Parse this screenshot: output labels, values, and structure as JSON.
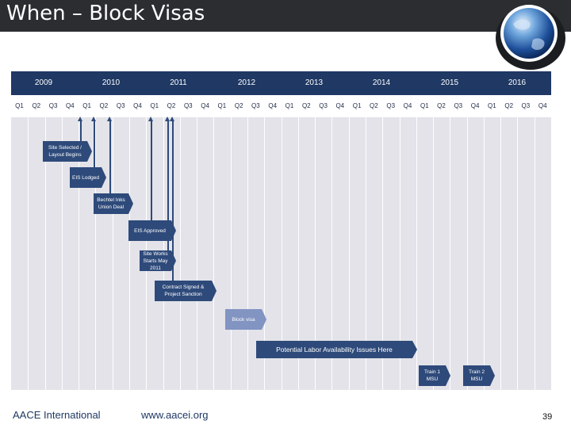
{
  "slide": {
    "title": "When – Block Visas",
    "page_number": "39"
  },
  "timeline": {
    "years": [
      "2009",
      "2010",
      "2011",
      "2012",
      "2013",
      "2014",
      "2015",
      "2016"
    ],
    "quarters": [
      "Q1",
      "Q2",
      "Q3",
      "Q4",
      "Q1",
      "Q2",
      "Q3",
      "Q4",
      "Q1",
      "Q2",
      "Q3",
      "Q4",
      "Q1",
      "Q2",
      "Q3",
      "Q4",
      "Q1",
      "Q2",
      "Q3",
      "Q4",
      "Q1",
      "Q2",
      "Q3",
      "Q4",
      "Q1",
      "Q2",
      "Q3",
      "Q4",
      "Q1",
      "Q2",
      "Q3",
      "Q4"
    ],
    "milestones": [
      {
        "label": "Site Selected / Layout Begins"
      },
      {
        "label": "EIS Lodged"
      },
      {
        "label": "Bechtel Inks Union Deal"
      },
      {
        "label": "EIS Approved"
      },
      {
        "label": "Site Works Starts May 2011"
      },
      {
        "label": "Contract Signed & Project Sanction"
      },
      {
        "label": "Block visa"
      },
      {
        "label": "Potential Labor Availability Issues Here"
      },
      {
        "label": "Train 1 MSU"
      },
      {
        "label": "Train 2 MSU"
      }
    ]
  },
  "footer": {
    "brand": "AACE International",
    "url": "www.aacei.org"
  },
  "colors": {
    "title_bar": "#2b2d31",
    "year_bar": "#1f3864",
    "milestone": "#2e4a7a",
    "milestone_light": "#8194c2",
    "grid_background": "#e3e3e9"
  }
}
